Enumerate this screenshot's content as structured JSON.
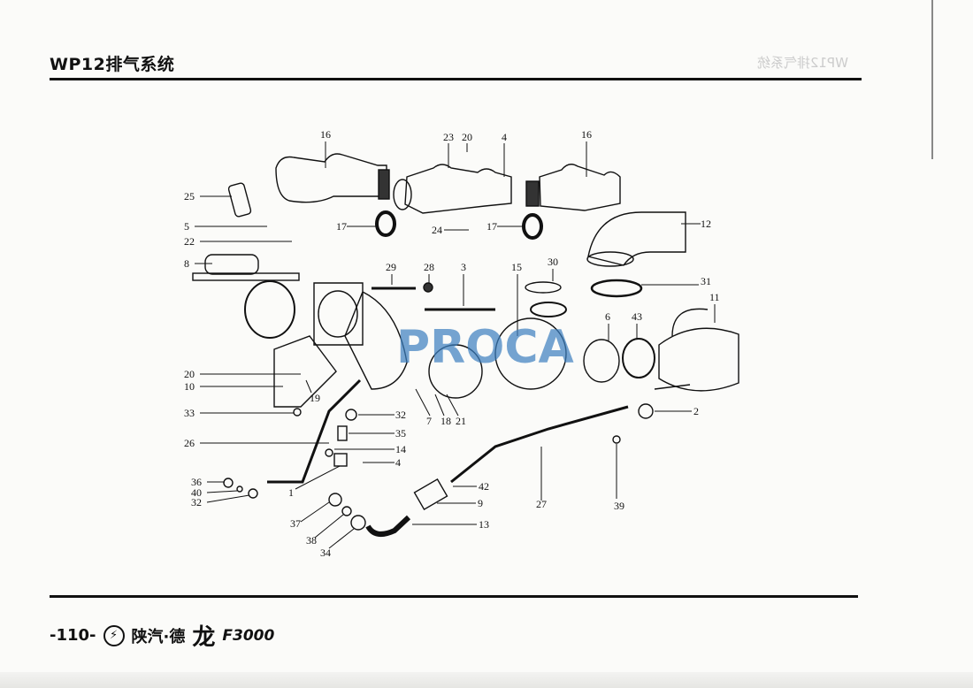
{
  "header": {
    "title": "WP12排气系统",
    "ghost_text": "WP12排气系统"
  },
  "footer": {
    "page": "-110-",
    "brand": "陕汽·德",
    "brand_glyph": "龙",
    "model": "F3000",
    "logo_glyph": "⚡"
  },
  "watermark": "PROCA",
  "callouts": [
    "16",
    "23",
    "20",
    "4",
    "16",
    "25",
    "5",
    "22",
    "17",
    "24",
    "17",
    "12",
    "8",
    "29",
    "28",
    "3",
    "15",
    "30",
    "31",
    "11",
    "6",
    "43",
    "20",
    "10",
    "19",
    "33",
    "32",
    "7",
    "18",
    "21",
    "2",
    "26",
    "35",
    "14",
    "4",
    "1",
    "42",
    "9",
    "27",
    "39",
    "36",
    "40",
    "32",
    "37",
    "13",
    "38",
    "34"
  ]
}
